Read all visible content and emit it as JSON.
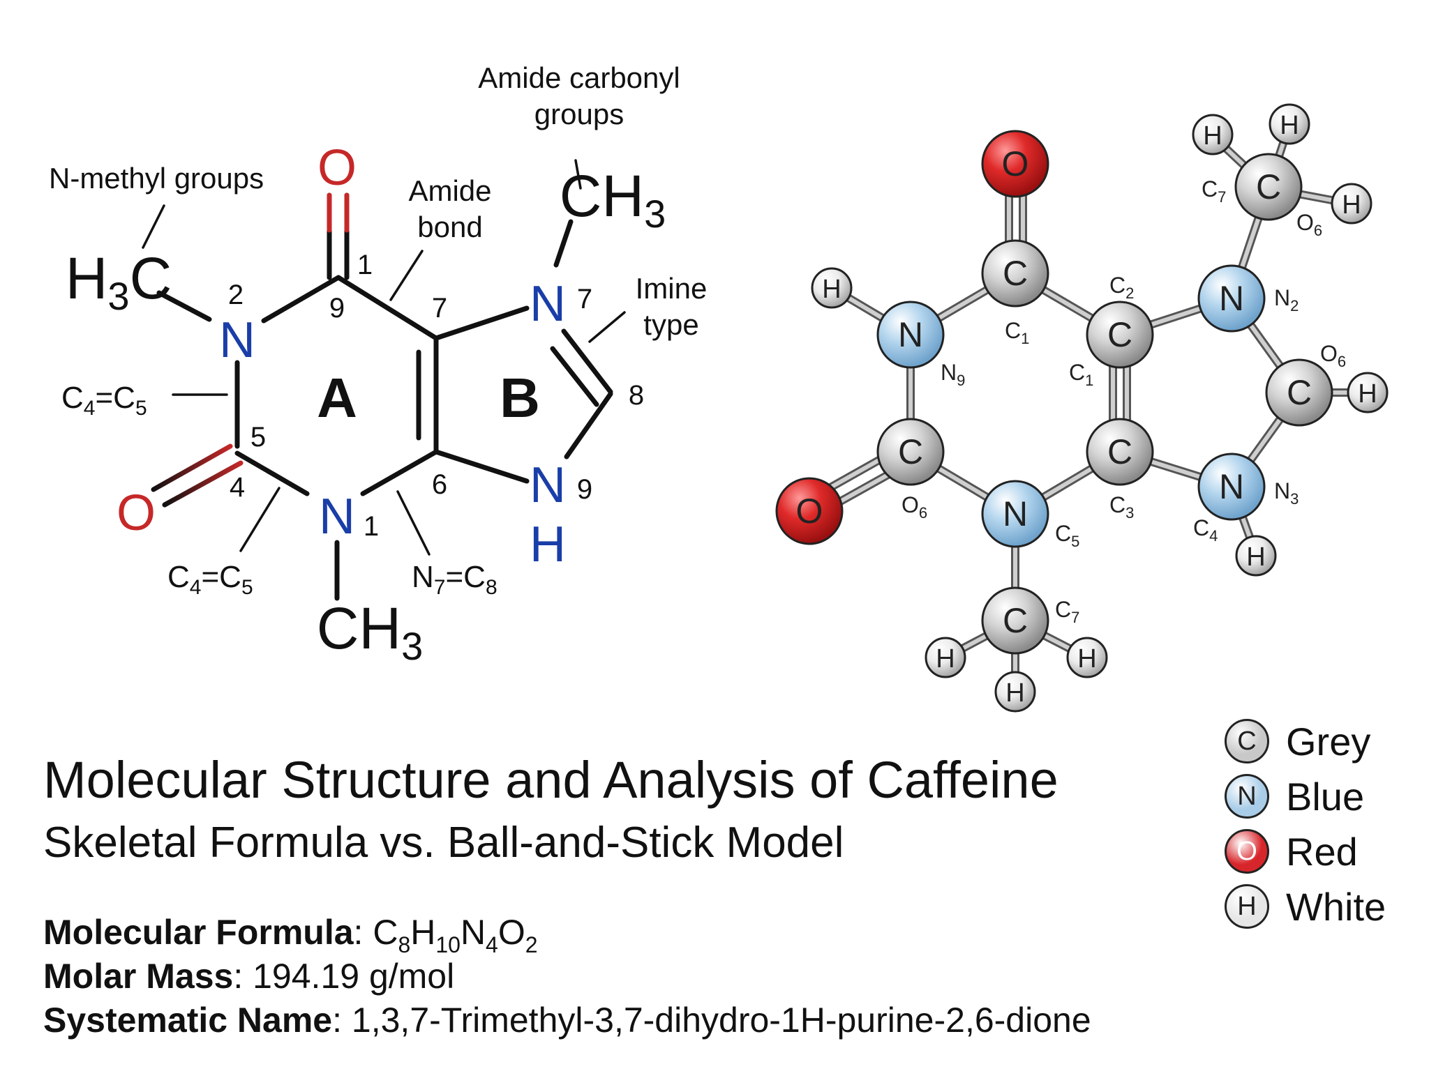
{
  "title": "Molecular Structure and Analysis of Caffeine",
  "subtitle": "Skeletal Formula vs. Ball-and-Stick Model",
  "properties": {
    "formula": {
      "label": "Molecular Formula",
      "parts": [
        {
          "t": "C"
        },
        {
          "s": "8"
        },
        {
          "t": "H"
        },
        {
          "s": "10"
        },
        {
          "t": "N"
        },
        {
          "s": "4"
        },
        {
          "t": "O"
        },
        {
          "s": "2"
        }
      ]
    },
    "molar_mass": {
      "label": "Molar Mass",
      "value": "194.19 g/mol"
    },
    "systematic_name": {
      "label": "Systematic Name",
      "value": "1,3,7-Trimethyl-3,7-dihydro-1H-purine-2,6-dione"
    }
  },
  "colors": {
    "carbon": "#c8c8c8",
    "nitrogen": "#a9cde8",
    "oxygen": "#d7262b",
    "hydrogen": "#e6e6e6",
    "nitrogen_text": "#1a3ea8",
    "oxygen_text": "#c62828"
  },
  "legend": [
    {
      "symbol": "C",
      "label": "Grey",
      "color": "#c8c8c8",
      "text_color": "#222222"
    },
    {
      "symbol": "N",
      "label": "Blue",
      "color": "#a9cde8",
      "text_color": "#222222"
    },
    {
      "symbol": "O",
      "label": "Red",
      "color": "#d7262b",
      "text_color": "#ffffff"
    },
    {
      "symbol": "H",
      "label": "White",
      "color": "#e6e6e6",
      "text_color": "#222222"
    }
  ],
  "skeletal": {
    "ring_a_label": "A",
    "ring_b_label": "B",
    "atoms": {
      "o_top": "O",
      "o_left": "O",
      "n_left": "N",
      "n_bottom": "N",
      "n_top_right": "N",
      "n_h_right": "N",
      "h_nh": "H",
      "h3c_left": "H",
      "h3c_left_sub": "3",
      "h3c_left_c": "C",
      "ch3_top": "CH",
      "ch3_top_sub": "3",
      "ch3_bottom": "CH",
      "ch3_bottom_sub": "3"
    },
    "numbers": {
      "n1": "1",
      "n2": "2",
      "n9": "9",
      "n7": "7",
      "n5": "5",
      "n4": "4",
      "n6": "6",
      "n1b": "1",
      "n7b": "7",
      "n8": "8",
      "n9b": "9"
    },
    "annotations": {
      "n_methyl": "N-methyl groups",
      "amide_bond_1": "Amide",
      "amide_bond_2": "bond",
      "amide_carbonyl_1": "Amide carbonyl",
      "amide_carbonyl_2": "groups",
      "imine_1": "Imine",
      "imine_2": "type",
      "c4c5_left": {
        "a": "C",
        "a_sub": "4",
        "eq": "=C",
        "b_sub": "5"
      },
      "c4c5_bottom": {
        "a": "C",
        "a_sub": "4",
        "eq": "=C",
        "b_sub": "5"
      },
      "n7c8": {
        "a": "N",
        "a_sub": "7",
        "eq": "=C",
        "b_sub": "8"
      }
    }
  },
  "ball_stick": {
    "atoms": {
      "o_top": "O",
      "c_top": "C",
      "h_left": "H",
      "n_left": "N",
      "c_mid": "C",
      "n_right_top": "N",
      "c_right": "C",
      "h_right": "H",
      "n_right_bottom": "N",
      "h_nh": "H",
      "c_mid_lower": "C",
      "c_left_lower": "C",
      "o_left": "O",
      "n_bottom": "N",
      "c_methyl_bottom": "C",
      "h_mb_left": "H",
      "h_mb_right": "H",
      "h_mb_bottom": "H",
      "c_methyl_top": "C",
      "h_mt_1": "H",
      "h_mt_2": "H",
      "h_mt_3": "H"
    },
    "labels": {
      "c1": {
        "t": "C",
        "s": "1"
      },
      "c2": {
        "t": "C",
        "s": "2"
      },
      "c1b": {
        "t": "C",
        "s": "1"
      },
      "n9": {
        "t": "N",
        "s": "9"
      },
      "n2": {
        "t": "N",
        "s": "2"
      },
      "o6_top": {
        "t": "O",
        "s": "6"
      },
      "c7_top": {
        "t": "C",
        "s": "7"
      },
      "o6_right": {
        "t": "O",
        "s": "6"
      },
      "o6_left": {
        "t": "O",
        "s": "6"
      },
      "c5": {
        "t": "C",
        "s": "5"
      },
      "c3": {
        "t": "C",
        "s": "3"
      },
      "n3": {
        "t": "N",
        "s": "3"
      },
      "c4": {
        "t": "C",
        "s": "4"
      },
      "c7_bottom": {
        "t": "C",
        "s": "7"
      }
    }
  }
}
